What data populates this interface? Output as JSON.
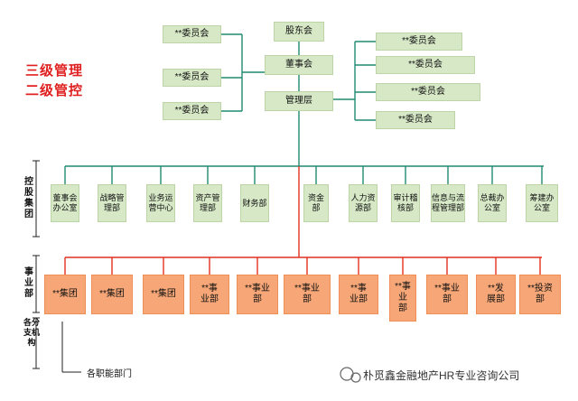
{
  "titles": {
    "line1": "三级管理",
    "line2": "二级管控"
  },
  "top": {
    "shareholders": "股东会",
    "board": "董事会",
    "management": "管理层",
    "left_committees": [
      "**委员会",
      "**委员会",
      "**委员会"
    ],
    "right_committees": [
      "**委员会",
      "**委员会",
      "**委员会",
      "**委员会"
    ]
  },
  "side_labels": {
    "holding": "控股集团",
    "business": "事业部",
    "branches": "各分支机构"
  },
  "holding_units": [
    "董事会办公室",
    "战略管理部",
    "业务运营中心",
    "资产管理部",
    "财务部",
    "资金部",
    "人力资源部",
    "审计稽核部",
    "信息与流程管理部",
    "总裁办公室",
    "筹建办公室"
  ],
  "business_units": [
    "**集团",
    "**集团",
    "**集团",
    "**事业部",
    "**事业部",
    "**事业部",
    "**事业部",
    "**事业部",
    "**事业部",
    "**发展部",
    "**投资部"
  ],
  "footer": "各职能部门",
  "watermark": "朴觅鑫金融地产HR专业咨询公司",
  "colors": {
    "green_box": "#d6e8c6",
    "orange_box": "#f7a777",
    "green_line": "#1f8a70",
    "red_line": "#e03020",
    "title_red": "#e02020"
  }
}
